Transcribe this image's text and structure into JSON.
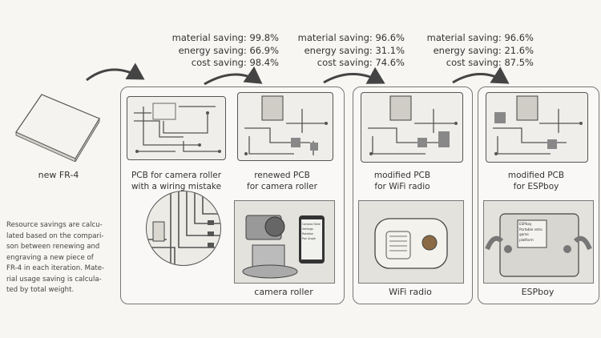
{
  "source": {
    "label": "new FR-4"
  },
  "note": {
    "lines": [
      "Resource savings are calcu-",
      "lated based on the compari-",
      "son between renewing and",
      "engraving a new piece of",
      "FR-4 in each iteration. Mate-",
      "rial usage saving is calcula-",
      "ted by total weight."
    ]
  },
  "savings": [
    {
      "material": "material saving: 99.8%",
      "energy": "energy saving: 66.9%",
      "cost": "cost saving: 98.4%"
    },
    {
      "material": "material saving: 96.6%",
      "energy": "energy saving: 31.1%",
      "cost": "cost saving: 74.6%"
    },
    {
      "material": "material saving: 96.6%",
      "energy": "energy saving: 21.6%",
      "cost": "cost saving: 87.5%"
    }
  ],
  "stages": [
    {
      "caption": [
        "PCB for camera roller",
        "with a wiring mistake"
      ]
    },
    {
      "caption": [
        "renewed PCB",
        "for camera roller"
      ],
      "product": "camera roller"
    },
    {
      "caption": [
        "modified PCB",
        "for WiFi radio"
      ],
      "product": "WiFi radio"
    },
    {
      "caption": [
        "modified PCB",
        "for ESPboy"
      ],
      "product": "ESPboy"
    }
  ],
  "phone_screen": [
    "Camera Slide Settings",
    "Rotation",
    "Pan Angle"
  ],
  "espboy_screen": [
    "ESPboy",
    "Portable retro game",
    "platform"
  ]
}
